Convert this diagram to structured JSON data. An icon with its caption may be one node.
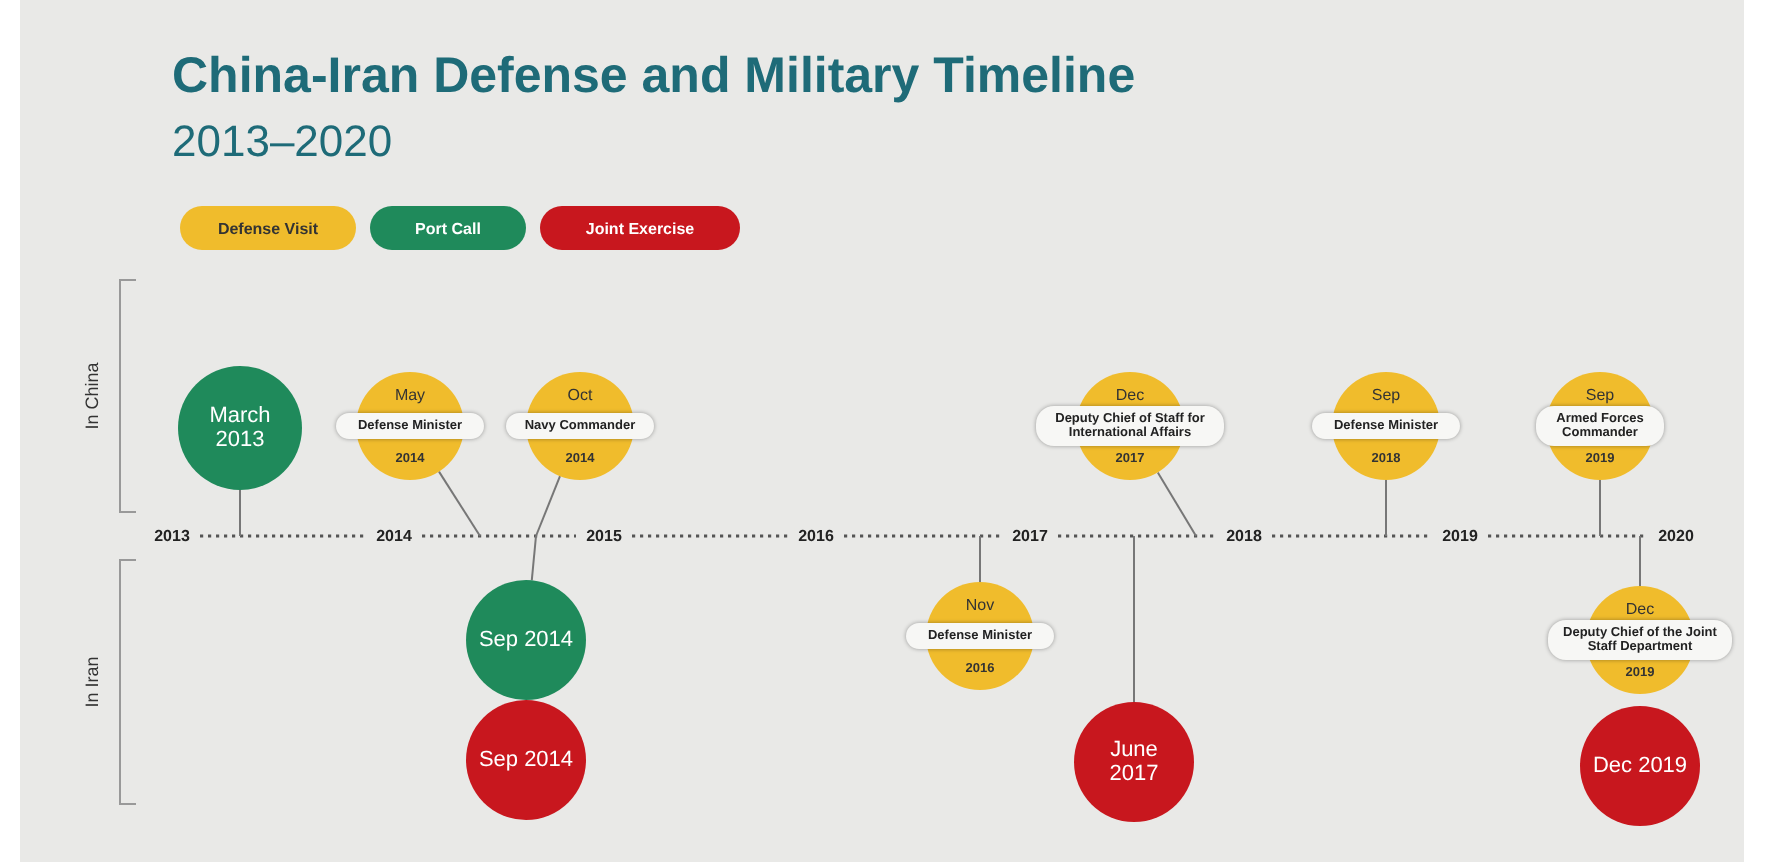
{
  "diagram": {
    "title": "China-Iran Defense and Military Timeline",
    "nodes": [
      {
        "text": [
          "March 2013"
        ]
      },
      {
        "text": [
          "May",
          "Defense Minister",
          "2014"
        ]
      },
      {
        "text": [
          "Oct",
          "Navy Commander",
          "2014"
        ]
      },
      {
        "text": [
          "Dec",
          "Deputy Chief of Staff for International Affairs",
          "2017"
        ]
      },
      {
        "text": [
          "Sep",
          "Defense Minister",
          "2018"
        ]
      },
      {
        "text": [
          "Sep",
          "Armed Forces Commander",
          "2019"
        ]
      },
      {
        "text": [
          "Sep 2014"
        ]
      },
      {
        "text": [
          "Sep 2014"
        ]
      },
      {
        "text": [
          "Nov",
          "Defense Minister",
          "2016"
        ]
      },
      {
        "text": [
          "June 2017"
        ]
      },
      {
        "text": [
          "Dec",
          "Deputy Chief of the Joint Staff Department",
          "2019"
        ]
      },
      {
        "text": [
          "Dec 2019"
        ]
      }
    ],
    "edges": [
      {
        "from": 0,
        "to": null,
        "arrow": "none"
      },
      {
        "from": 1,
        "to": null,
        "arrow": "none"
      },
      {
        "from": 2,
        "to": null,
        "arrow": "none"
      },
      {
        "from": 3,
        "to": null,
        "arrow": "none"
      },
      {
        "from": 4,
        "to": null,
        "arrow": "none"
      },
      {
        "from": 5,
        "to": null,
        "arrow": "none"
      },
      {
        "from": 6,
        "to": null,
        "arrow": "none"
      },
      {
        "from": 8,
        "to": null,
        "arrow": "none"
      },
      {
        "from": 9,
        "to": null,
        "arrow": "none"
      },
      {
        "from": 10,
        "to": null,
        "arrow": "none"
      }
    ],
    "labels": [
      "2013–2020",
      "In China",
      "2013",
      "2014",
      "2015",
      "2016",
      "2017",
      "2018",
      "2019",
      "2020",
      "In Iran"
    ],
    "legend": [
      {
        "text": "Defense Visit",
        "color": "#f0bc2c"
      },
      {
        "text": "Port Call",
        "color": "#1f8a5b"
      },
      {
        "text": "Joint Exercise",
        "color": "#c8171e"
      }
    ]
  }
}
